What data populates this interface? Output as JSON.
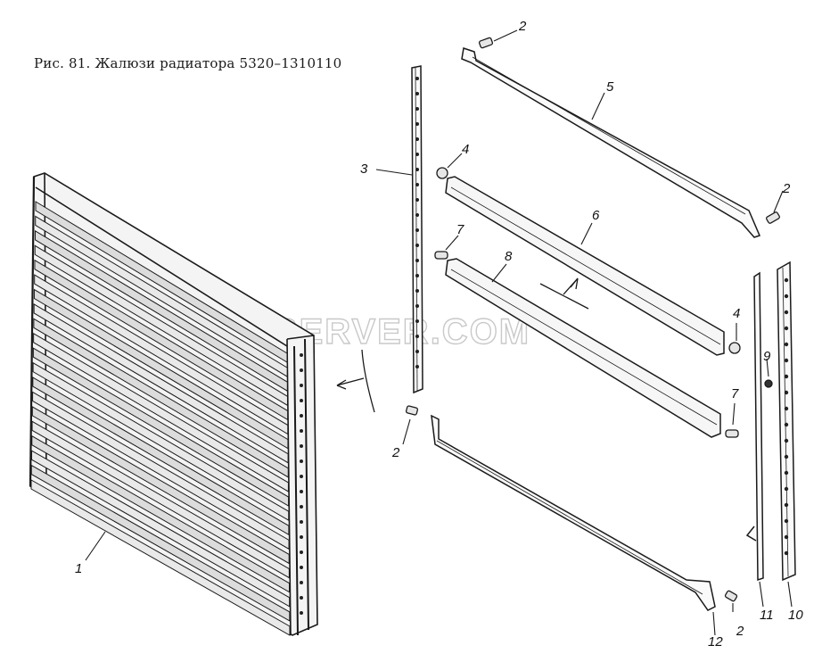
{
  "caption": "Рис. 81. Жалюзи радиатора 5320–1310110",
  "watermark": "SPECSERVER.COM",
  "callouts": [
    {
      "id": "c1",
      "label": "1"
    },
    {
      "id": "c2a",
      "label": "2"
    },
    {
      "id": "c2b",
      "label": "2"
    },
    {
      "id": "c2c",
      "label": "2"
    },
    {
      "id": "c2d",
      "label": "2"
    },
    {
      "id": "c3",
      "label": "3"
    },
    {
      "id": "c4a",
      "label": "4"
    },
    {
      "id": "c4b",
      "label": "4"
    },
    {
      "id": "c5",
      "label": "5"
    },
    {
      "id": "c6",
      "label": "6"
    },
    {
      "id": "c7a",
      "label": "7"
    },
    {
      "id": "c7b",
      "label": "7"
    },
    {
      "id": "c8",
      "label": "8"
    },
    {
      "id": "c9",
      "label": "9"
    },
    {
      "id": "c10",
      "label": "10"
    },
    {
      "id": "c11",
      "label": "11"
    },
    {
      "id": "c12",
      "label": "12"
    }
  ]
}
